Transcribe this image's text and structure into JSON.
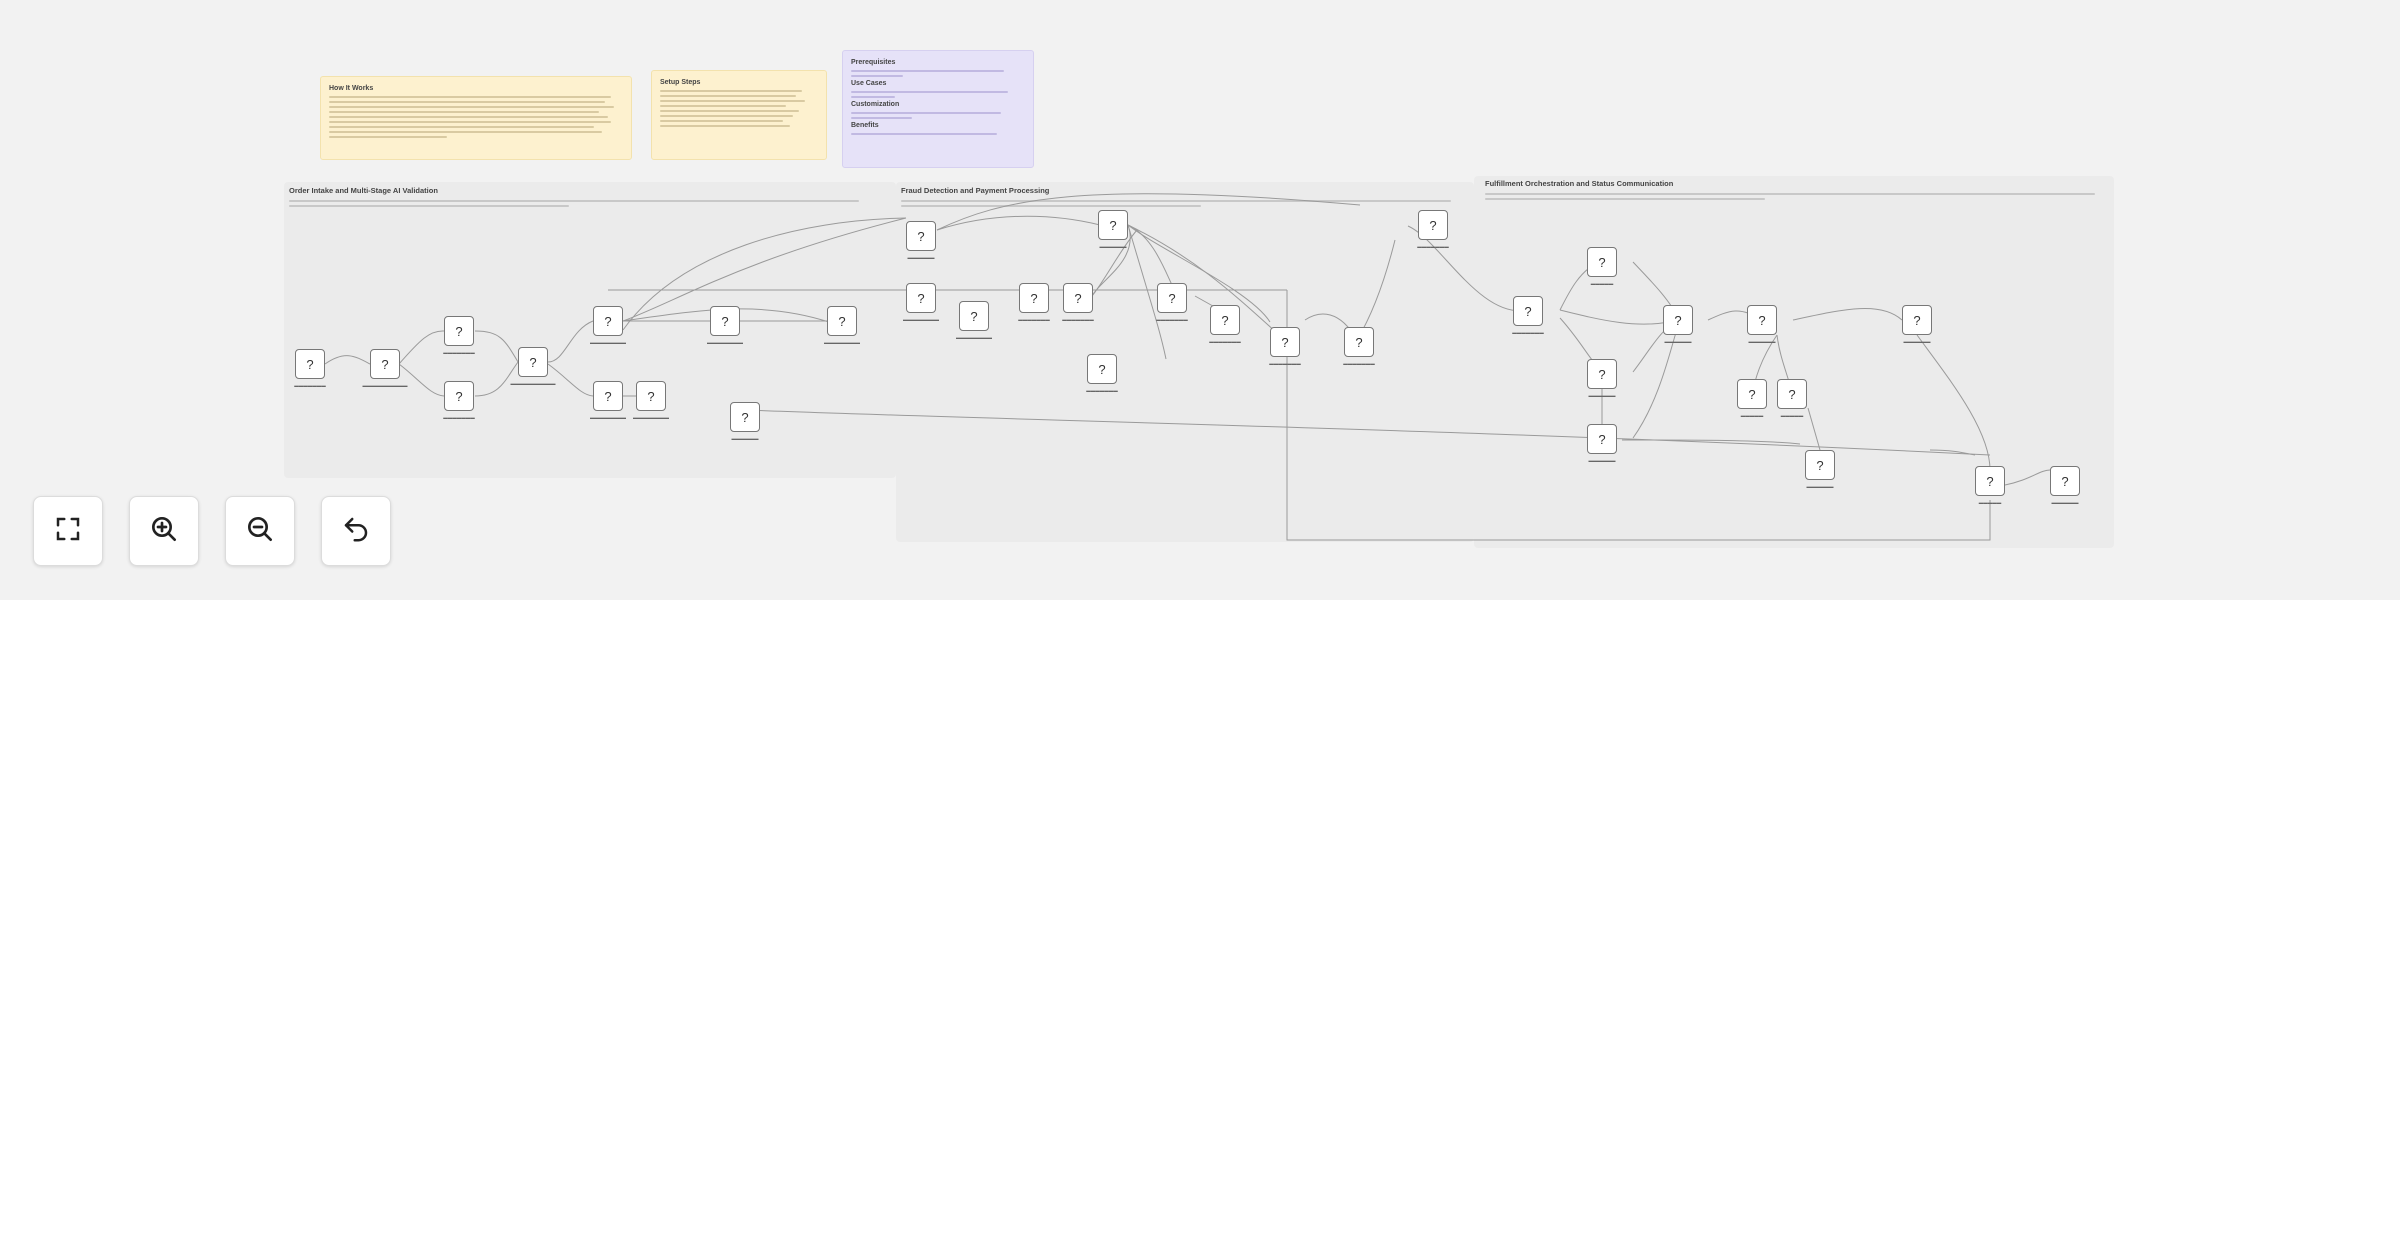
{
  "sticky_notes": {
    "how_it_works": {
      "title": "How It Works"
    },
    "setup_steps": {
      "title": "Setup Steps"
    },
    "info": {
      "sections": [
        "Prerequisites",
        "Use Cases",
        "Customization",
        "Benefits"
      ]
    }
  },
  "groups": [
    {
      "title": "Order Intake and Multi-Stage AI Validation"
    },
    {
      "title": "Fraud Detection and Payment Processing"
    },
    {
      "title": "Fulfillment Orchestration and Status Communication"
    }
  ],
  "node_placeholder": "?",
  "controls": {
    "fit_view": "fit-view-icon",
    "zoom_in": "zoom-in-icon",
    "zoom_out": "zoom-out-icon",
    "reset": "undo-icon"
  }
}
